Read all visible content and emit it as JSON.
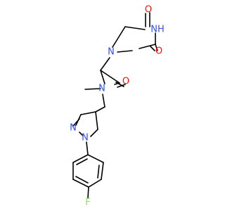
{
  "colors": {
    "background": "#ffffff",
    "bond": "#000000",
    "O": "#ff0d0d",
    "N": "#3050f8",
    "F": "#90e050"
  },
  "atoms": {
    "o_top": "O",
    "nh": "NH",
    "n_ring": "N",
    "o_ring": "O",
    "o_amide": "O",
    "n_amide": "N",
    "n_pyr_upper": "N",
    "n_pyr_lower": "N",
    "f": "F"
  }
}
